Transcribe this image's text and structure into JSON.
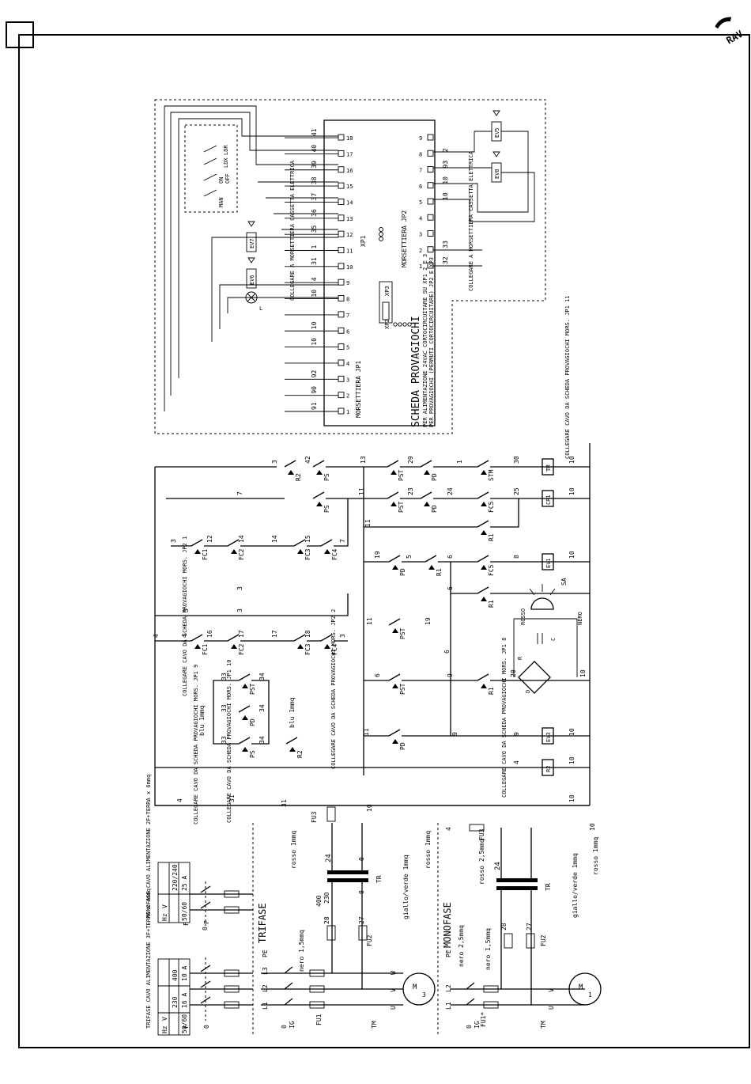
{
  "board": {
    "title": "SCHEDA PROVAGIOCHI",
    "note1": "PER ALIMENTAZIONE 24VAC CORTOCIRCUITARE SU XP1 2 E 3",
    "note2": "PER PROVAGIOCHI (PERMUTI CORTOCIRCUITARE) JP2 E XP3",
    "left_block": "MORSETTIERA JP1",
    "right_block": "MORSETTIERA JP2",
    "xp1": "XP1",
    "xp2": "XP2",
    "xp3": "XP3",
    "conn_left": "COLLEGARE A MORSETTIERA CASSETTA ELETTRICA",
    "conn_right": "COLLEGARE A MORSETTIERA CASSETTA ELETTRICA",
    "jp1_pins": [
      "1",
      "2",
      "3",
      "4",
      "5",
      "6",
      "7",
      "8",
      "9",
      "10",
      "11",
      "12",
      "13",
      "14",
      "15",
      "16",
      "17",
      "18"
    ],
    "jp1_wires": [
      "91",
      "90",
      "92",
      "",
      "10",
      "10",
      "",
      "10",
      "4",
      "31",
      "1",
      "35",
      "36",
      "37",
      "38",
      "39",
      "40",
      "41"
    ],
    "jp2_pins": [
      "1",
      "2",
      "3",
      "4",
      "5",
      "6",
      "7",
      "8",
      "9"
    ],
    "jp2_wires": [
      "32",
      "33",
      "",
      "",
      "10",
      "10",
      "93",
      "2",
      ""
    ],
    "ev_labels": [
      "EV5",
      "EV8",
      "EV6",
      "EV7"
    ],
    "switch_labels": [
      "LDR",
      "LDX",
      "ON",
      "OFF",
      "MAN"
    ],
    "lamp": "L"
  },
  "control": {
    "components": [
      "PS",
      "R2",
      "PST",
      "PD",
      "STM",
      "TM",
      "CR1",
      "FC5",
      "R1",
      "EV1",
      "SA",
      "ROSSO",
      "NERO",
      "C",
      "R",
      "D",
      "FC1",
      "FC2",
      "FC3",
      "FC4",
      "EV3",
      "R2"
    ],
    "wires": [
      "3",
      "42",
      "13",
      "29",
      "30",
      "7",
      "11",
      "23",
      "24",
      "25",
      "1",
      "5",
      "6",
      "8",
      "10",
      "19",
      "20",
      "9",
      "4",
      "12",
      "14",
      "15",
      "16",
      "17",
      "18",
      "33",
      "34"
    ],
    "note_jp1_11": "COLLEGARE CAVO DA SCHEDA PROVAGIOCHI MORS. JP1 11",
    "note_jp1_8": "COLLEGARE CAVO DA SCHEDA PROVAGIOCHI MORS. JP1 8",
    "note_jp2_1": "COLLEGARE CAVO DA SCHEDA PROVAGIOCHI MORS. JP2 1",
    "note_jp2_2": "COLLEGARE CAVO DA SCHEDA PROVAGIOCHI MORS. JP2 2",
    "note_jp1_9": "COLLEGARE CAVO DA SCHEDA PROVAGIOCHI MORS. JP1 9",
    "note_jp1_10": "COLLEGARE CAVO DA SCHEDA PROVAGIOCHI MORS. JP1 10",
    "blu1": "blu 1mmq",
    "blu2": "blu 1mmq"
  },
  "power": {
    "trifase_label": "TRIFASE",
    "monofase_label": "MONOFASE",
    "cable_tri": "TRIFASE CAVO ALIMENTAZIONE 3F+TERRA x 4mmq",
    "cable_mono": "MONOFASE CAVO ALIMENTAZIONE 2F+TERRA x 6mmq",
    "table_tri": {
      "hz": "Hz",
      "v": "V",
      "values": [
        "50/60",
        "230",
        "400"
      ],
      "amps": [
        "16 A",
        "10 A"
      ]
    },
    "table_mono": {
      "hz": "Hz",
      "v": "V",
      "values": [
        "50/60",
        "220/240"
      ],
      "amps": [
        "25 A"
      ]
    },
    "phases": [
      "L1",
      "L2",
      "L3",
      "PE"
    ],
    "fuses": [
      "FU1",
      "FU2",
      "FU3",
      "FU1*"
    ],
    "transformer": "TR",
    "tr_taps": [
      "400",
      "230",
      "0",
      "24",
      "0"
    ],
    "motor": "M",
    "motor_phase3": "3",
    "motor_phase1": "1",
    "terminals": [
      "U",
      "V",
      "W"
    ],
    "wires": [
      "28",
      "27",
      "24",
      "0",
      "10",
      "31",
      "4"
    ],
    "rosso": "rosso 1mmq",
    "nero15": "nero 1,5mmq",
    "nero25": "nero 2,5mmq",
    "giallo": "giallo/verde 1mmq",
    "rosso25": "rosso 2,5mmq",
    "ig": "IG",
    "tm": "TM",
    "f": "F",
    "zero": "0"
  },
  "logo": "RAV"
}
